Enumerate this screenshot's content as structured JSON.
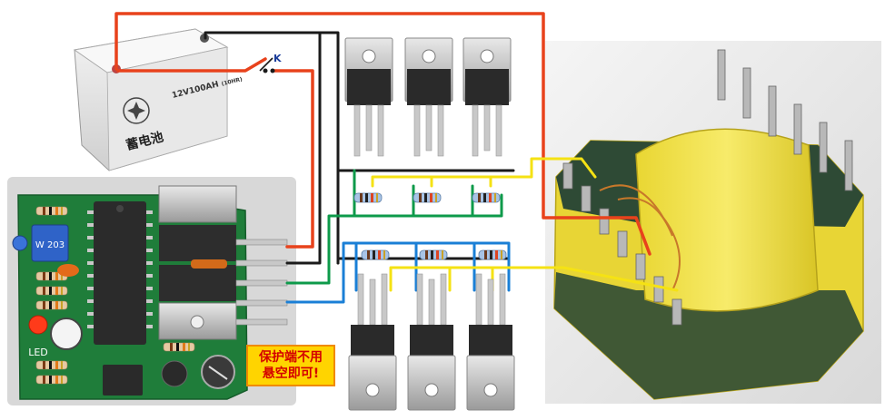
{
  "battery": {
    "model": "12V100AH",
    "model_suffix": "(10HR)",
    "name": "蓄电池"
  },
  "switch_label": "K",
  "board": {
    "led_label": "LED",
    "pot_label": "W 203"
  },
  "note": {
    "line1": "保护端不用",
    "line2": "悬空即可!"
  },
  "colors": {
    "red_wire": "#e8421c",
    "black_wire": "#1a1a1a",
    "green_wire": "#0d9a4a",
    "blue_wire": "#1a7fd6",
    "yellow_wire": "#f5e214",
    "pcb": "#1f7d3a",
    "transformer_core": "#2e4a35",
    "transformer_bobbin": "#f0e24a"
  },
  "icons": [
    "mosfet-icon",
    "resistor-icon",
    "battery-icon",
    "transformer-icon",
    "switch-icon",
    "led-icon",
    "capacitor-icon",
    "ic-chip-icon"
  ]
}
